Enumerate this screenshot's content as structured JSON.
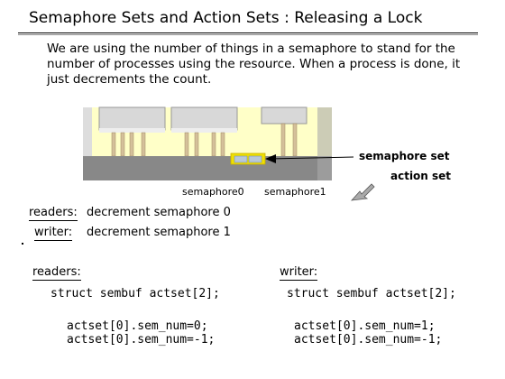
{
  "title": {
    "main": "Semaphore Sets and Action Sets",
    "separator": ":",
    "sub": "Releasing a Lock"
  },
  "intro": "We are using the number of things in a semaphore to stand for the number of processes using the resource.  When a process is done, it just decrements the count.",
  "diagram": {
    "semaphore0_label": "semaphore0",
    "semaphore1_label": "semaphore1",
    "semaphore_set_label": "semaphore set",
    "action_set_label": "action set",
    "colors": {
      "tan": "#ffffc8",
      "slab": "#888888",
      "highlight": "#f0e000",
      "sem_cells": "#b8c8d8"
    }
  },
  "actions": [
    {
      "label": "readers:",
      "text": "decrement semaphore 0"
    },
    {
      "label": "writer:",
      "text": "decrement semaphore 1"
    }
  ],
  "code": {
    "readers": {
      "heading": "readers:",
      "decl": "struct sembuf actset[2];",
      "line1": "actset[0].sem_num=0;",
      "line2": "actset[0].sem_num=-1;"
    },
    "writer": {
      "heading": "writer:",
      "decl": "struct sembuf actset[2];",
      "line1": "actset[0].sem_num=1;",
      "line2": "actset[0].sem_num=-1;"
    }
  }
}
